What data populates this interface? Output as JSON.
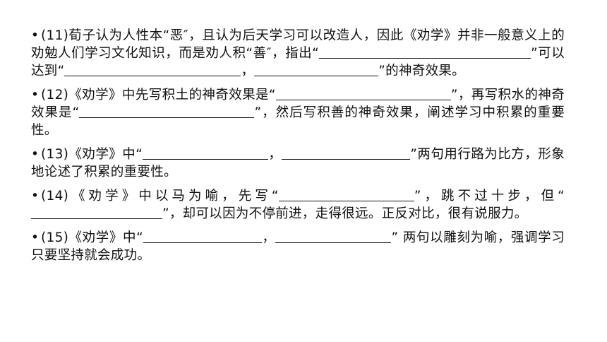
{
  "items": [
    {
      "bullet": "•",
      "segments": [
        {
          "t": "(11)荀子认为人性本“恶″，且认为后天学习可以改造人，因此《劝学》并非一般意义上的劝勉人们学习文化知识，而是劝人积“善″，指出“"
        },
        {
          "blank": 300
        },
        {
          "t": "”可以达到“"
        },
        {
          "blank": 250
        },
        {
          "t": "，"
        },
        {
          "blank": 176
        },
        {
          "t": "”的神奇效果。"
        }
      ]
    },
    {
      "bullet": "•",
      "segments": [
        {
          "t": "(12)《劝学》中先写积土的神奇效果是“"
        },
        {
          "blank": 248
        },
        {
          "t": "”，再写积水的神奇效果是“"
        },
        {
          "blank": 248
        },
        {
          "t": "”，然后写积善的神奇效果，阐述学习中积累的重要性。"
        }
      ]
    },
    {
      "bullet": "•",
      "segments": [
        {
          "t": "(13)《劝学》中“"
        },
        {
          "blank": 178
        },
        {
          "t": "，"
        },
        {
          "blank": 182
        },
        {
          "t": "”两句用行路为比方，形象地论述了积累的重要性。"
        }
      ]
    },
    {
      "bullet": "•",
      "segments": [
        {
          "t": "(14)《劝学》中以马为喻，先写“"
        },
        {
          "blank": 192
        },
        {
          "t": "”，跳不过十步，但“"
        },
        {
          "blank": 186
        },
        {
          "t": "”，却可以因为不停前进，走得很远。正反对比，很有说服力。"
        }
      ]
    },
    {
      "bullet": "•",
      "segments": [
        {
          "t": "(15)《劝学》中“"
        },
        {
          "blank": 168
        },
        {
          "t": "，"
        },
        {
          "blank": 164
        },
        {
          "t": "” 两句以雕刻为喻，强调学习只要坚持就会成功。"
        }
      ]
    }
  ]
}
